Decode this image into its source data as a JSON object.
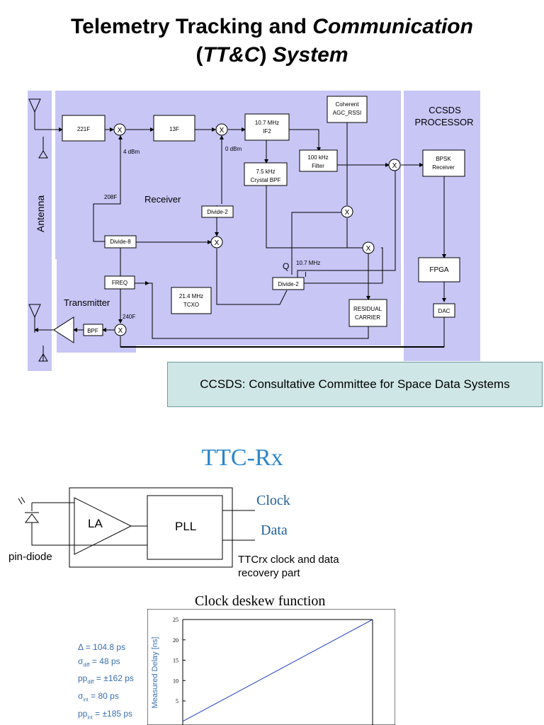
{
  "slide": {
    "title_line1_regular": "Telemetry Tracking and ",
    "title_line1_italic": "Communication",
    "title_line2_open": "(",
    "title_line2_italic": "TT&C",
    "title_line2_close": ") ",
    "title_line2_system": "System"
  },
  "block_diagram": {
    "antenna_label": "Antenna",
    "receiver_label": "Receiver",
    "transmitter_label": "Transmitter",
    "ccsds_label_1": "CCSDS",
    "ccsds_label_2": "PROCESSOR",
    "blocks": {
      "f221": "221F",
      "f13": "13F",
      "if2_1": "10.7 MHz",
      "if2_2": "IF2",
      "crystal_1": "7.5 kHz",
      "crystal_2": "Crystal BPF",
      "coherent_1": "Coherent",
      "coherent_2": "AGC_RSSI",
      "filter_1": "100 kHz",
      "filter_2": "Filter",
      "bpsk_1": "BPSK",
      "bpsk_2": "Receiver",
      "divide2_top": "Divide-2",
      "divide8": "Divide-8",
      "freq": "FREQ",
      "tcxo_1": "21.4 MHz",
      "tcxo_2": "TCXO",
      "divide2_bottom": "Divide-2",
      "residual_1": "RESIDUAL",
      "residual_2": "CARRIER",
      "fpga": "FPGA",
      "dac": "DAC",
      "bpf": "BPF"
    },
    "annotations": {
      "dbm4": "4 dBm",
      "dbm0": "0 dBm",
      "f208": "208F",
      "f240": "240F",
      "q": "Q",
      "i": "I",
      "mhz107": "10.7 MHz"
    }
  },
  "footnote": "CCSDS: Consultative Committee for Space Data Systems",
  "ttc_rx": {
    "title": "TTC-Rx",
    "la": "LA",
    "pll": "PLL",
    "clock": "Clock",
    "data": "Data",
    "pin_diode": "pin-diode",
    "caption_1": "TTCrx clock and data",
    "caption_2": "recovery part"
  },
  "chart_data": {
    "type": "line",
    "title": "Clock deskew function",
    "ylabel": "Measured Delay [ns]",
    "ylim": [
      0,
      25
    ],
    "y_ticks": [
      "25",
      "20",
      "15",
      "10",
      "5"
    ],
    "series": [
      {
        "x": [
          0,
          25
        ],
        "values": [
          0,
          25
        ]
      }
    ],
    "color": "#1f3fbf"
  },
  "stats": {
    "line1": "Δ = 104.8 ps",
    "line2_sym": "σ",
    "line2_sub": "diff",
    "line2_val": " = 48 ps",
    "line3_sym": "pp",
    "line3_sub": "diff",
    "line3_val": " = ±162 ps",
    "line4_sym": "σ",
    "line4_sub": "int",
    "line4_val": " = 80 ps",
    "line5_sym": "pp",
    "line5_sub": "int",
    "line5_val": " = ±185 ps"
  }
}
